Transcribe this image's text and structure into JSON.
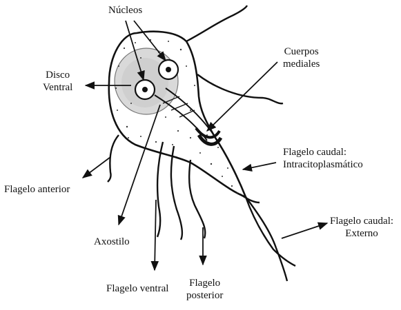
{
  "labels": {
    "nucleos": "Núcleos",
    "disco_l1": "Disco",
    "disco_l2": "Ventral",
    "cuerpos_l1": "Cuerpos",
    "cuerpos_l2": "mediales",
    "caudal_int_l1": "Flagelo caudal:",
    "caudal_int_l2": "Intracitoplasmático",
    "flagelo_anterior": "Flagelo anterior",
    "axostilo": "Axostilo",
    "caudal_ext_l1": "Flagelo caudal:",
    "caudal_ext_l2": "Externo",
    "flagelo_ventral": "Flagelo ventral",
    "posterior_l1": "Flagelo",
    "posterior_l2": "posterior"
  },
  "colors": {
    "ink": "#111111",
    "disc": "#d9d9d9"
  }
}
